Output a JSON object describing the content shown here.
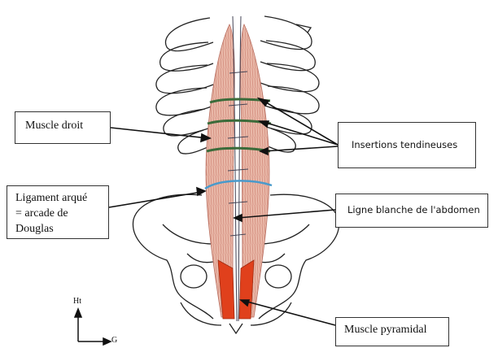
{
  "labels": {
    "muscle_droit": "Muscle droit",
    "ligament_line1": "Ligament arqué",
    "ligament_line2": "= arcade de",
    "ligament_line3": "Douglas",
    "insertions": "Insertions tendineuses",
    "ligne_blanche": "Ligne blanche de l'abdomen",
    "pyramidal": "Muscle pyramidal"
  },
  "orientation": {
    "up": "Ht",
    "side": "G"
  },
  "colors": {
    "muscle": "#e8b3a3",
    "muscle_stripe": "#c7786a",
    "pyramidal": "#e0401c",
    "tendinous": "#3b6b3a",
    "arcuate": "#4a9acb",
    "outline": "#222222"
  }
}
